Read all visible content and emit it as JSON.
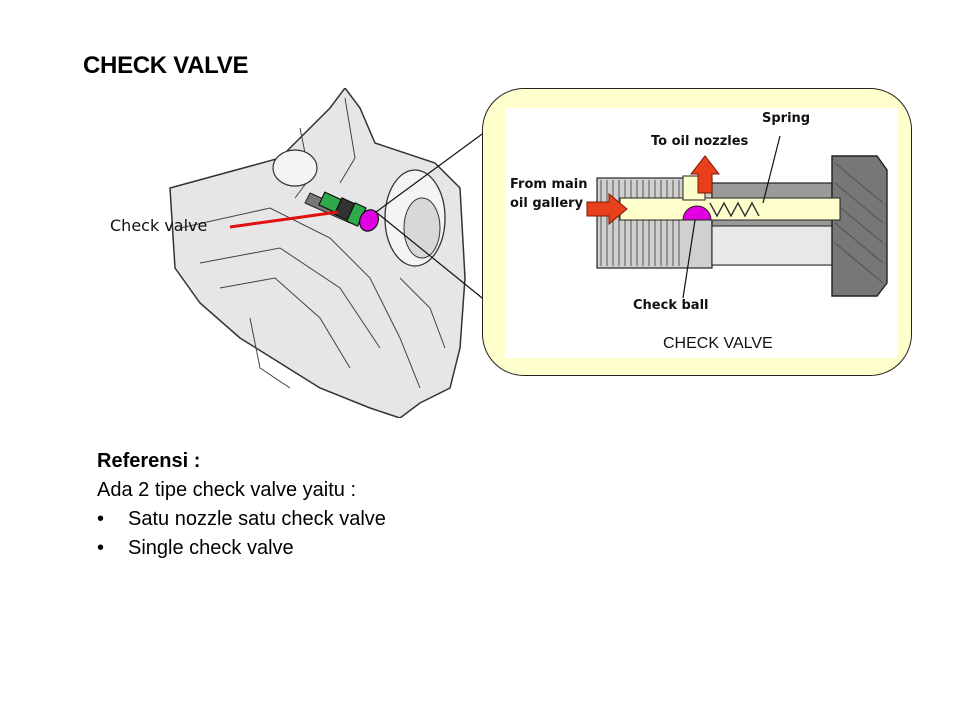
{
  "title": "CHECK VALVE",
  "diagram": {
    "engine_label": "Check valve",
    "detail_labels": {
      "spring": "Spring",
      "to_oil_nozzles": "To oil nozzles",
      "from_main_line1": "From main",
      "from_main_line2": "oil gallery",
      "check_ball": "Check ball"
    },
    "detail_caption": "CHECK VALVE",
    "colors": {
      "callout_fill": "#ffffcc",
      "oil_passage": "#ffffcc",
      "flow_arrow": "#e8401c",
      "check_ball": "#e000e0",
      "valve_green": "#2eaa4a",
      "pointer_line": "#e01010"
    }
  },
  "reference": {
    "heading": "Referensi :",
    "intro": "Ada 2 tipe check valve yaitu :",
    "items": [
      {
        "bullet": "•",
        "text": "Satu nozzle satu check valve"
      },
      {
        "bullet": "•",
        "text": "Single check valve"
      }
    ]
  }
}
